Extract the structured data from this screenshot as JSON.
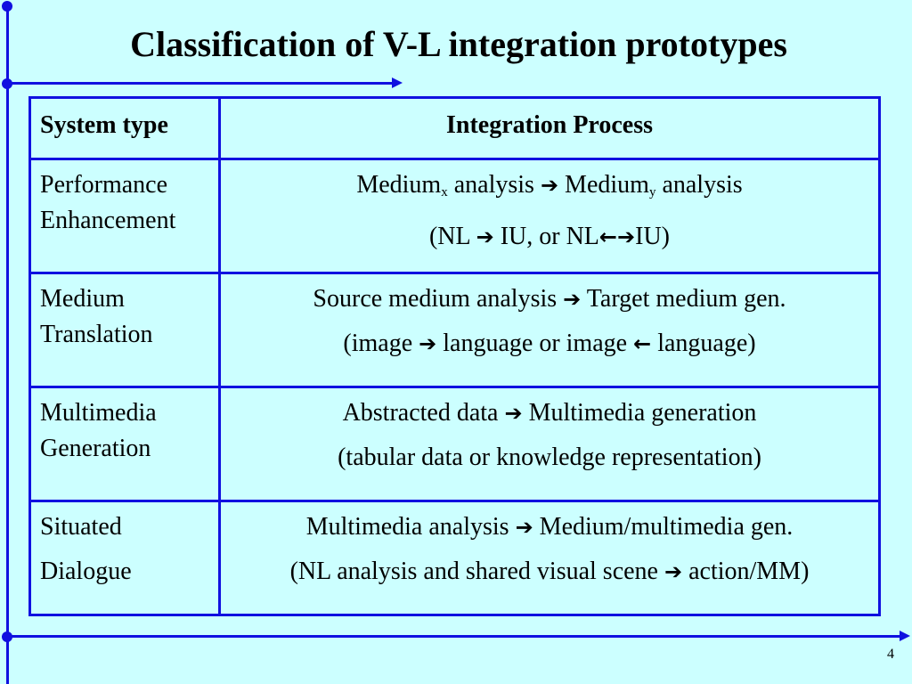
{
  "slide": {
    "title": "Classification of V-L integration prototypes",
    "page_number": "4",
    "accent_color": "#1010e0",
    "background_color": "#ccffff"
  },
  "table": {
    "headers": [
      "System type",
      "Integration Process"
    ],
    "rows": [
      {
        "type_line1": "Performance",
        "type_line2": "Enhancement",
        "process": {
          "l1_a": "Medium",
          "l1_a_sub": "x",
          "l1_b": " analysis ",
          "l1_c": " Medium",
          "l1_c_sub": "y",
          "l1_d": " analysis",
          "l2_a": "(NL ",
          "l2_b": " IU, or NL",
          "l2_c": "IU)"
        }
      },
      {
        "type_line1": "Medium",
        "type_line2": "Translation",
        "process": {
          "l1_a": "Source medium analysis ",
          "l1_b": " Target medium gen.",
          "l2_a": "(image ",
          "l2_b": " language or image ",
          "l2_c": " language)"
        }
      },
      {
        "type_line1": "Multimedia",
        "type_line2": "Generation",
        "process": {
          "l1_a": "Abstracted data ",
          "l1_b": " Multimedia generation",
          "l2": "(tabular data or knowledge representation)"
        }
      },
      {
        "type_line1": "Situated",
        "type_line2": "Dialogue",
        "process": {
          "l1_a": "Multimedia analysis ",
          "l1_b": " Medium/multimedia gen.",
          "l2_a": "(NL analysis and shared visual scene ",
          "l2_b": " action/MM)"
        }
      }
    ]
  },
  "icons": {
    "arrow_right": "arrow-right-icon",
    "arrow_left": "arrow-left-icon"
  }
}
